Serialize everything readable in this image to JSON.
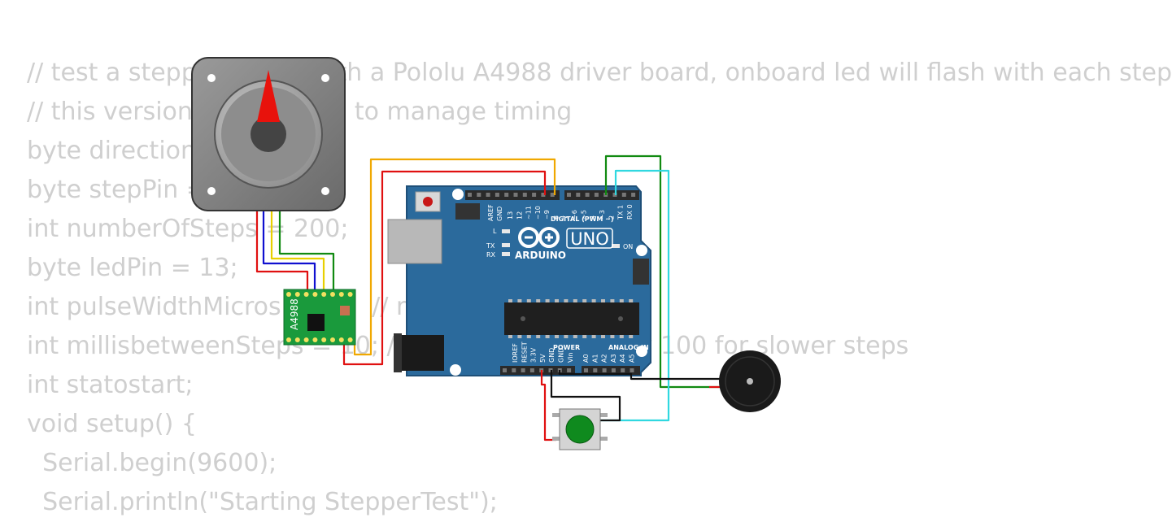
{
  "code_lines": [
    "// test a stepper motor with a Pololu A4988 driver board, onboard led will flash with each step",
    "// this version uses millis() to manage timing",
    "byte directionPin = 9;",
    "byte stepPin = 8;",
    "int numberOfSteps = 200;",
    "byte ledPin = 13;",
    "int pulseWidthMicros = 20;  // microseconds",
    "int millisbetweenSteps = 10; // milliseconds - or try 100 for slower steps",
    "int statostart;",
    "void setup() {",
    "  Serial.begin(9600);",
    "  Serial.println(\"Starting StepperTest\");"
  ],
  "components": {
    "driver_label": "A4988",
    "arduino_brand": "ARDUINO",
    "arduino_model": "UNO",
    "digital_label": "DIGITAL (PWM ~)",
    "power_label": "POWER",
    "analog_label": "ANALOG IN",
    "on_label": "ON",
    "led_l": "L",
    "tx": "TX",
    "rx": "RX",
    "aref": "AREF",
    "gnd": "GND",
    "top_pins": [
      "13",
      "12",
      "~11",
      "~10",
      "~9",
      "8",
      "7",
      "~6",
      "~5",
      "4",
      "~3",
      "2",
      "TX 1",
      "RX 0"
    ],
    "power_pins": [
      "IOREF",
      "RESET",
      "3.3V",
      "5V",
      "GND",
      "GND",
      "Vin"
    ],
    "analog_pins": [
      "A0",
      "A1",
      "A2",
      "A3",
      "A4",
      "A5"
    ]
  },
  "colors": {
    "board": "#2b6a9c",
    "driver": "#1a9a3c",
    "wire_red": "#e01010",
    "wire_orange": "#f0a800",
    "wire_green": "#118a11",
    "wire_cyan": "#30d8e0",
    "wire_blue": "#1010d0",
    "wire_yellow": "#e8d000",
    "wire_black": "#111111",
    "code_text": "#cfcfcf"
  }
}
